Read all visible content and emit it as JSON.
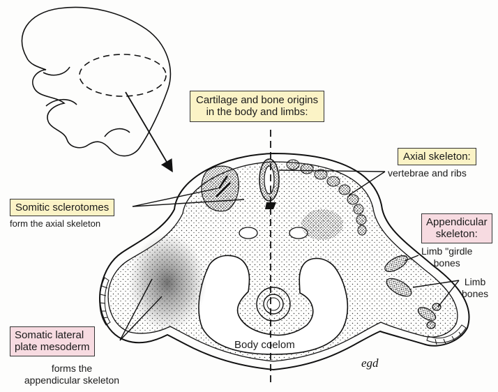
{
  "labels": {
    "title_box_line1": "Cartilage and bone origins",
    "title_box_line2": "in the body and limbs:",
    "axial_box": "Axial skeleton:",
    "axial_sub": "vertebrae and ribs",
    "somitic_box": "Somitic sclerotomes",
    "somitic_sub": "form the axial skeleton",
    "appendicular_line1": "Appendicular",
    "appendicular_line2": "skeleton:",
    "limb_girdle_line1": "Limb \"girdle",
    "limb_girdle_line2": "bones",
    "limb_bones_line1": "Limb",
    "limb_bones_line2": "bones",
    "somatic_line1": "Somatic lateral",
    "somatic_line2": "plate mesoderm",
    "somatic_sub1": "forms the",
    "somatic_sub2": "appendicular skeleton",
    "body_coelom": "Body coelom",
    "signature": "egd"
  },
  "colors": {
    "yellow_box": "#fbf3c6",
    "pink_box": "#f7dbe1",
    "ink": "#1a1a1a"
  }
}
